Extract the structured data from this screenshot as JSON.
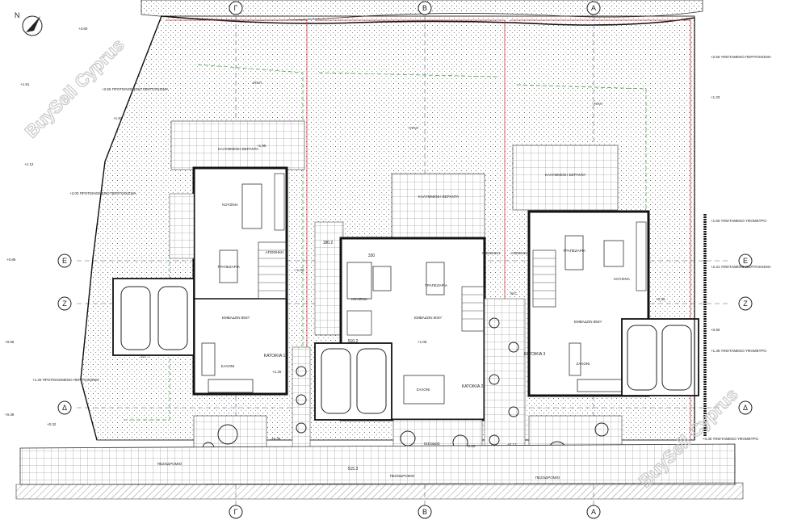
{
  "plan": {
    "grid_letters_top": [
      "Γ",
      "B",
      "A"
    ],
    "grid_letters_bottom": [
      "Γ",
      "B",
      "A"
    ],
    "grid_letters_left": [
      "E",
      "Z",
      "Δ"
    ],
    "grid_letters_right": [
      "E",
      "Z",
      "Δ"
    ],
    "units": [
      {
        "name": "ΚΑΤΟΙΚΙΑ 1",
        "kitchen": "ΚΟΥΖΙΝΑ",
        "dining": "ΤΡΑΠΕΖΑΡΙΑ",
        "living": "ΕΜΒΑΔΟΝ 85m²",
        "sitting": "ΣΑΛΟΝΙ",
        "veranda": "ΚΑΛΥΜΜΕΝΗ ΒΕΡΑΝΤΑ",
        "storage": "ΑΠΟΘΗΚΗ"
      },
      {
        "name": "ΚΑΤΟΙΚΙΑ 2",
        "kitchen": "ΚΟΥΖΙΝΑ",
        "dining": "ΤΡΑΠΕΖΑΡΙΑ",
        "living": "ΕΜΒΑΔΟΝ 90m²",
        "sitting": "ΣΑΛΟΝΙ",
        "veranda": "ΚΑΛΥΜΜΕΝΗ ΒΕΡΑΝΤΑ",
        "storage": "ΑΠΟΘΗΚΗ"
      },
      {
        "name": "ΚΑΤΟΙΚΙΑ 3",
        "kitchen": "ΚΟΥΖΙΝΑ",
        "dining": "ΤΡΑΠΕΖΑΡΙΑ",
        "living": "ΕΜΒΑΔΟΝ 88m²",
        "sitting": "ΣΑΛΟΝΙ",
        "veranda": "ΚΑΛΥΜΜΕΝΗ ΒΕΡΑΝΤΑ",
        "storage": "ΑΠΟΘΗΚΗ"
      }
    ],
    "garden_labels": [
      "ΑΥΛΗ",
      "ΑΥΛΗ",
      "ΑΥΛΗ"
    ],
    "entrance_label": "ΕΙΣΟΔΟΣ",
    "sidewalk_label": "ΠΕΖΟΔΡΟΜΙΟ",
    "wc_label": "W.C",
    "left_annotations": [
      "+1.91",
      "+2.50 ΠΡΟΤΕΙΝΟΜΕΝΟ ΠΕΡΙΤΟΙΧΙΣΜΑ",
      "+1.93",
      "+1.12",
      "+2.00 ΠΡΟΤΕΙΝΟΜΕΝΟ ΠΕΡΙΤΟΙΧΙΣΜΑ",
      "+0.86",
      "+0.55",
      "+1.20 ΠΡΟΤΕΙΝΟΜΕΝΟ ΠΕΡΙΤΟΙΧΙΣΜΑ",
      "+0.39"
    ],
    "right_annotations": [
      "+2.56 ΥΦΙΣΤΑΜΕΝΟ ΠΕΡΙΤΟΙΧΙΣΜΑ",
      "+1.20",
      "+1.60 ΥΦΙΣΤΑΜΕΝΟ ΥΦΟΜΕΤΡΟ",
      "+2.31 ΥΦΙΣΤΑΜΕΝΟ ΠΕΡΙΤΟΙΧΙΣΜΑ",
      "+1.36 ΥΦΙΣΤΑΜΕΝΟ ΥΦΟΜΕΤΡΟ",
      "+0.90",
      "+0.30 ΥΦΙΣΤΑΜΕΝΟ ΥΦΟΜΕΤΡΟ"
    ],
    "inner_levels": [
      "+3.60",
      "+1.95",
      "+1.30",
      "+1.25",
      "+0.35",
      "+0.20",
      "+0.17",
      "+0.32",
      "+0.30",
      "+1.05"
    ],
    "dimensions": [
      "180.2",
      "330",
      "510.2",
      "517.7",
      "515.3"
    ],
    "watermark": "BuySell Cyprus"
  }
}
